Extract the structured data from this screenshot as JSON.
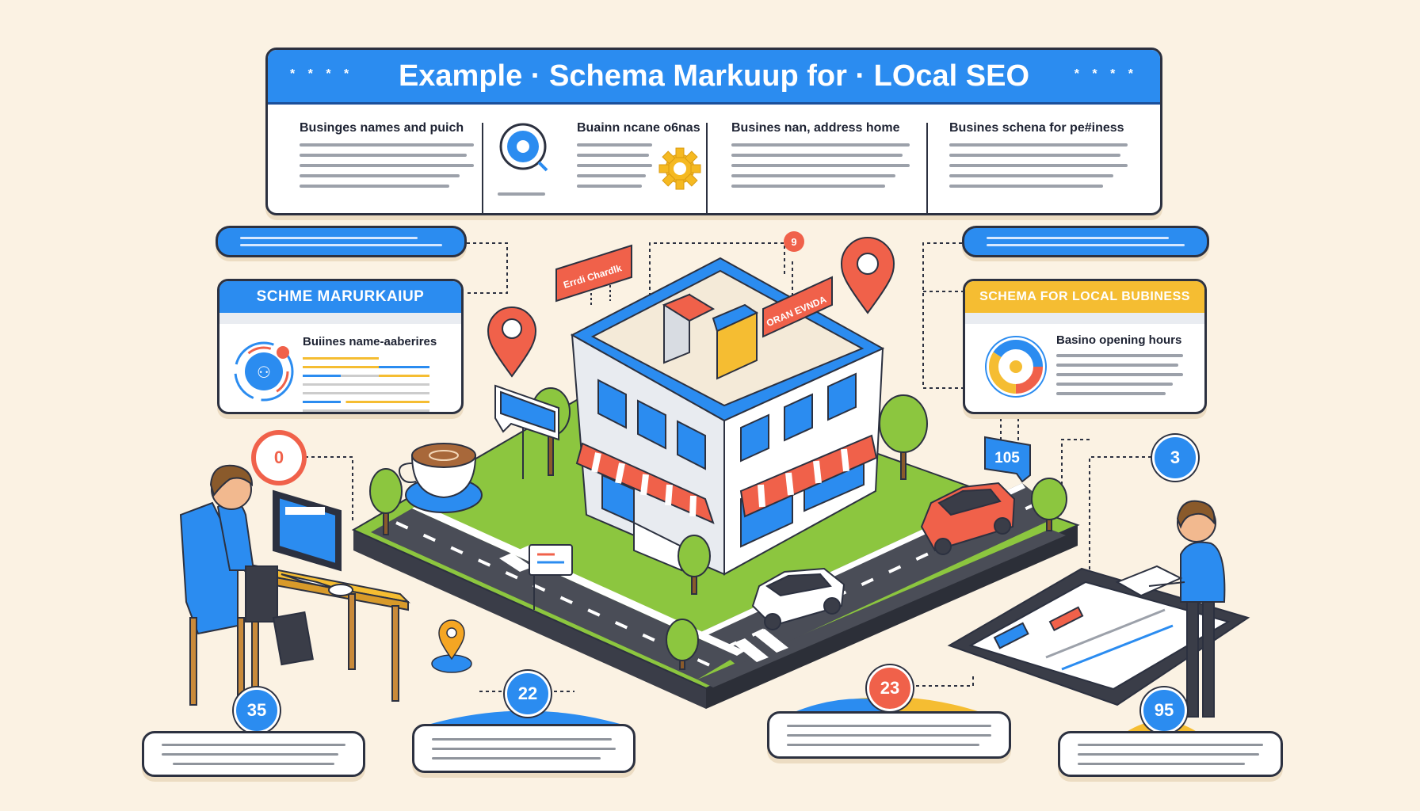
{
  "banner": {
    "title": "Example · Schema Markuup for · LOcal SEO",
    "stars_left": "* * * *",
    "stars_right": "* * * *",
    "columns": [
      {
        "heading": "Businges names and puich"
      },
      {
        "heading": "Buainn ncane o6nas",
        "icon": "search-magnifier-icon",
        "secondary_icon": "gear-icon"
      },
      {
        "heading": "Busines nan, address home"
      },
      {
        "heading": "Busines schena for pe#iness"
      }
    ]
  },
  "left_card": {
    "header": "SCHME MARURKAIUP",
    "subtitle": "Buiines name-aaberires",
    "header_color": "#2b8cf0",
    "icon": "schema-ring-icon"
  },
  "right_card": {
    "header": "SCHEMA FOR LOCAL BUBINESS",
    "subtitle": "Basino opening hours",
    "header_color": "#f5bd32",
    "icon": "donut-chart-icon"
  },
  "scene": {
    "sign_left": "Errdi Chardlk",
    "sign_right": "ORAN EVNDA",
    "address_sign": "105",
    "pin_badge": "9"
  },
  "badges": [
    {
      "label": "0",
      "color": "#f0614a"
    },
    {
      "label": "3",
      "color": "#2b8cf0"
    },
    {
      "label": "35",
      "color": "#2b8cf0"
    },
    {
      "label": "22",
      "color": "#2b8cf0"
    },
    {
      "label": "23",
      "color": "#f0614a"
    },
    {
      "label": "95",
      "color": "#2b8cf0"
    }
  ],
  "colors": {
    "background": "#fbf2e3",
    "primary": "#2b8cf0",
    "accent_red": "#f0614a",
    "accent_yellow": "#f5bd32",
    "grass": "#8cc63f",
    "road": "#4a4d57"
  }
}
